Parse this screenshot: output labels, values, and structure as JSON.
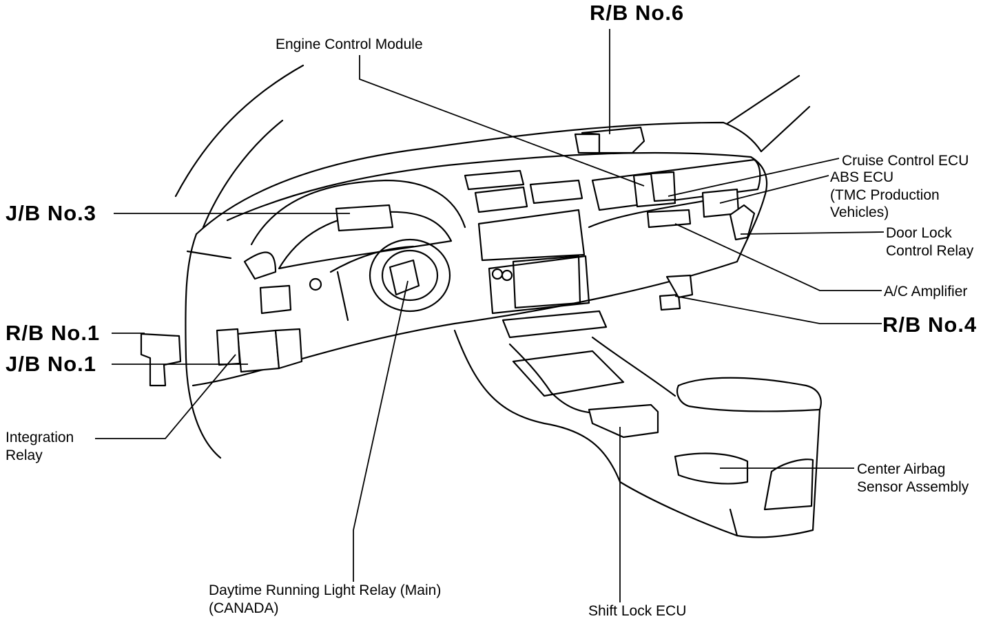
{
  "labels": {
    "rb6": "R/B No.6",
    "ecm": "Engine Control Module",
    "cruise": "Cruise Control ECU",
    "abs_1": "ABS ECU",
    "abs_2": "(TMC Production",
    "abs_3": " Vehicles)",
    "doorlock_1": "Door Lock",
    "doorlock_2": "Control Relay",
    "ac": "A/C Amplifier",
    "rb4": "R/B No.4",
    "jb3": "J/B No.3",
    "rb1": "R/B No.1",
    "jb1": "J/B No.1",
    "integration_1": "Integration",
    "integration_2": "Relay",
    "drl_1": "Daytime Running Light Relay (Main)",
    "drl_2": "(CANADA)",
    "shiftlock": "Shift Lock ECU",
    "airbag_1": "Center Airbag",
    "airbag_2": "Sensor Assembly"
  }
}
